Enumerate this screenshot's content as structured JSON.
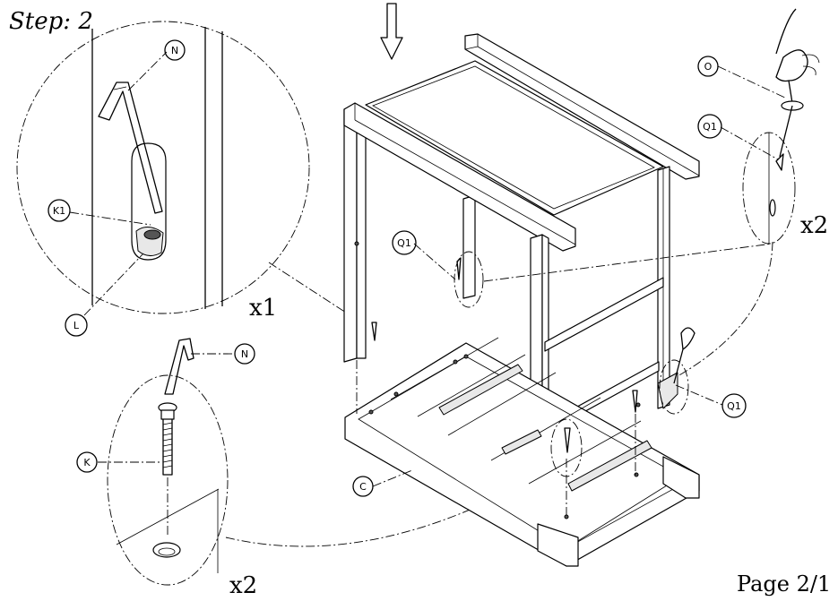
{
  "step_title": "Step: 2",
  "page_number": "Page 2/1",
  "quantities": {
    "top_left_detail": "x1",
    "bottom_left_detail": "x2",
    "right_detail": "x2"
  },
  "part_labels": {
    "n_top": "N",
    "k1": "K1",
    "l": "L",
    "n_bottom": "N",
    "k": "K",
    "c": "C",
    "q1_center": "Q1",
    "o": "O",
    "q1_right_top": "Q1",
    "q1_right_bottom": "Q1"
  }
}
